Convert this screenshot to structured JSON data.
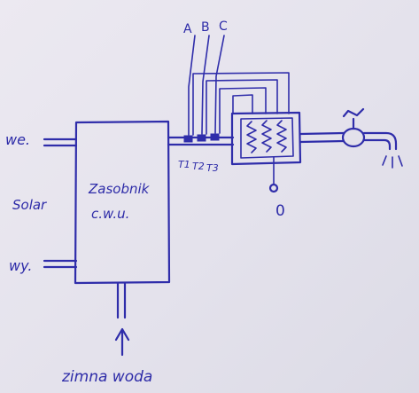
{
  "labels": {
    "inlet": "we.",
    "solar": "Solar",
    "outlet": "wy.",
    "tank_line1": "Zasobnik",
    "tank_line2": "c.w.u.",
    "cold_water": "zimna woda",
    "wire_a": "A",
    "wire_b": "B",
    "wire_c": "C",
    "sensor_1": "T1",
    "sensor_2": "T2",
    "sensor_3": "T3",
    "drain_symbol": "0"
  },
  "colors": {
    "ink": "#2f2daa",
    "paper": "#e9e7f0"
  }
}
